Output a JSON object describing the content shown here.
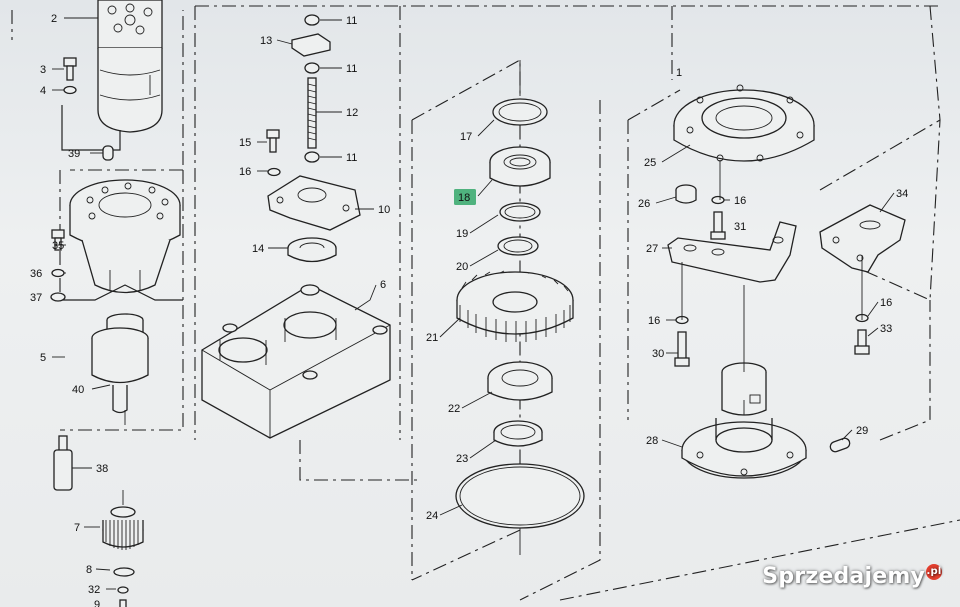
{
  "labels": [
    "2",
    "3",
    "4",
    "39",
    "35",
    "36",
    "37",
    "5",
    "40",
    "38",
    "7",
    "8",
    "32",
    "9",
    "13",
    "11",
    "12",
    "15",
    "16",
    "10",
    "14",
    "6",
    "17",
    "18",
    "19",
    "20",
    "21",
    "22",
    "23",
    "24",
    "1",
    "25",
    "26",
    "27",
    "34",
    "30",
    "28",
    "29",
    "33"
  ],
  "highlighted_label": "18",
  "watermark": {
    "text": "Sprzedajemy",
    "badge": ".pl"
  },
  "colors": {
    "highlight": "#4fb27e",
    "line": "#222222",
    "background": "#e9ecee"
  }
}
